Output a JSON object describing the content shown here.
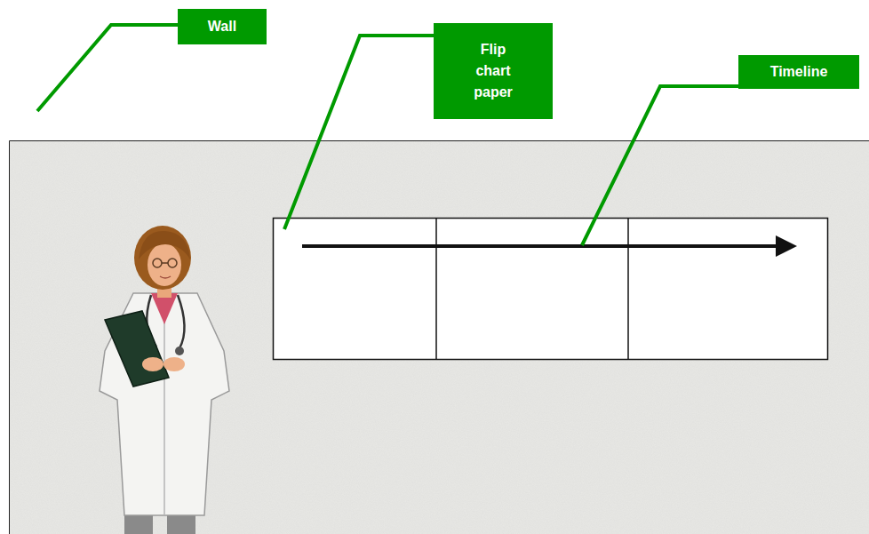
{
  "diagram": {
    "nodes": [
      {
        "text": [
          "Wall"
        ]
      },
      {
        "text": [
          "Flip chart paper"
        ]
      },
      {
        "text": [
          "Timeline"
        ]
      }
    ]
  }
}
